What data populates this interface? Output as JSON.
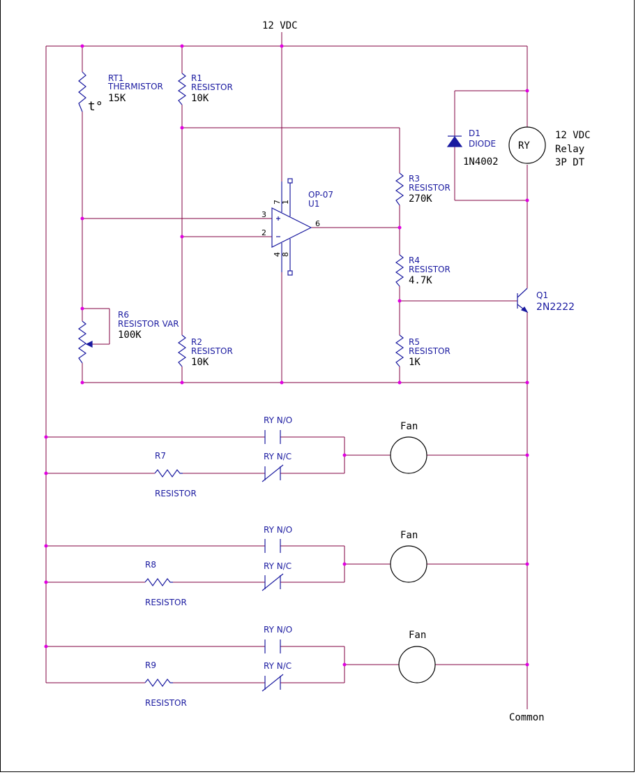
{
  "colors": {
    "wire": "#800040",
    "symbol": "#1a1aa0",
    "dot": "#e000e0",
    "text": "#000000"
  },
  "supply": {
    "label": "12 VDC"
  },
  "common": {
    "label": "Common"
  },
  "rt1": {
    "ref": "RT1",
    "type": "THERMISTOR",
    "value": "15K",
    "symbol": "t°"
  },
  "r1": {
    "ref": "R1",
    "type": "RESISTOR",
    "value": "10K"
  },
  "r2": {
    "ref": "R2",
    "type": "RESISTOR",
    "value": "10K"
  },
  "r3": {
    "ref": "R3",
    "type": "RESISTOR",
    "value": "270K"
  },
  "r4": {
    "ref": "R4",
    "type": "RESISTOR",
    "value": "4.7K"
  },
  "r5": {
    "ref": "R5",
    "type": "RESISTOR",
    "value": "1K"
  },
  "r6": {
    "ref": "R6",
    "type": "RESISTOR VAR",
    "value": "100K"
  },
  "d1": {
    "ref": "D1",
    "type": "DIODE",
    "value": "1N4002"
  },
  "relay": {
    "symbol": "RY",
    "line1": "12 VDC",
    "line2": "Relay",
    "line3": "3P DT"
  },
  "opamp": {
    "part": "OP-07",
    "ref": "U1",
    "pins": {
      "p1": "1",
      "p2": "2",
      "p3": "3",
      "p4": "4",
      "p6": "6",
      "p7": "7",
      "p8": "8"
    }
  },
  "q1": {
    "ref": "Q1",
    "value": "2N2222"
  },
  "branches": [
    {
      "no_label": "RY N/O",
      "nc_label": "RY N/C",
      "res_ref": "R7",
      "res_type": "RESISTOR",
      "fan": "Fan"
    },
    {
      "no_label": "RY N/O",
      "nc_label": "RY N/C",
      "res_ref": "R8",
      "res_type": "RESISTOR",
      "fan": "Fan"
    },
    {
      "no_label": "RY N/O",
      "nc_label": "RY N/C",
      "res_ref": "R9",
      "res_type": "RESISTOR",
      "fan": "Fan"
    }
  ]
}
